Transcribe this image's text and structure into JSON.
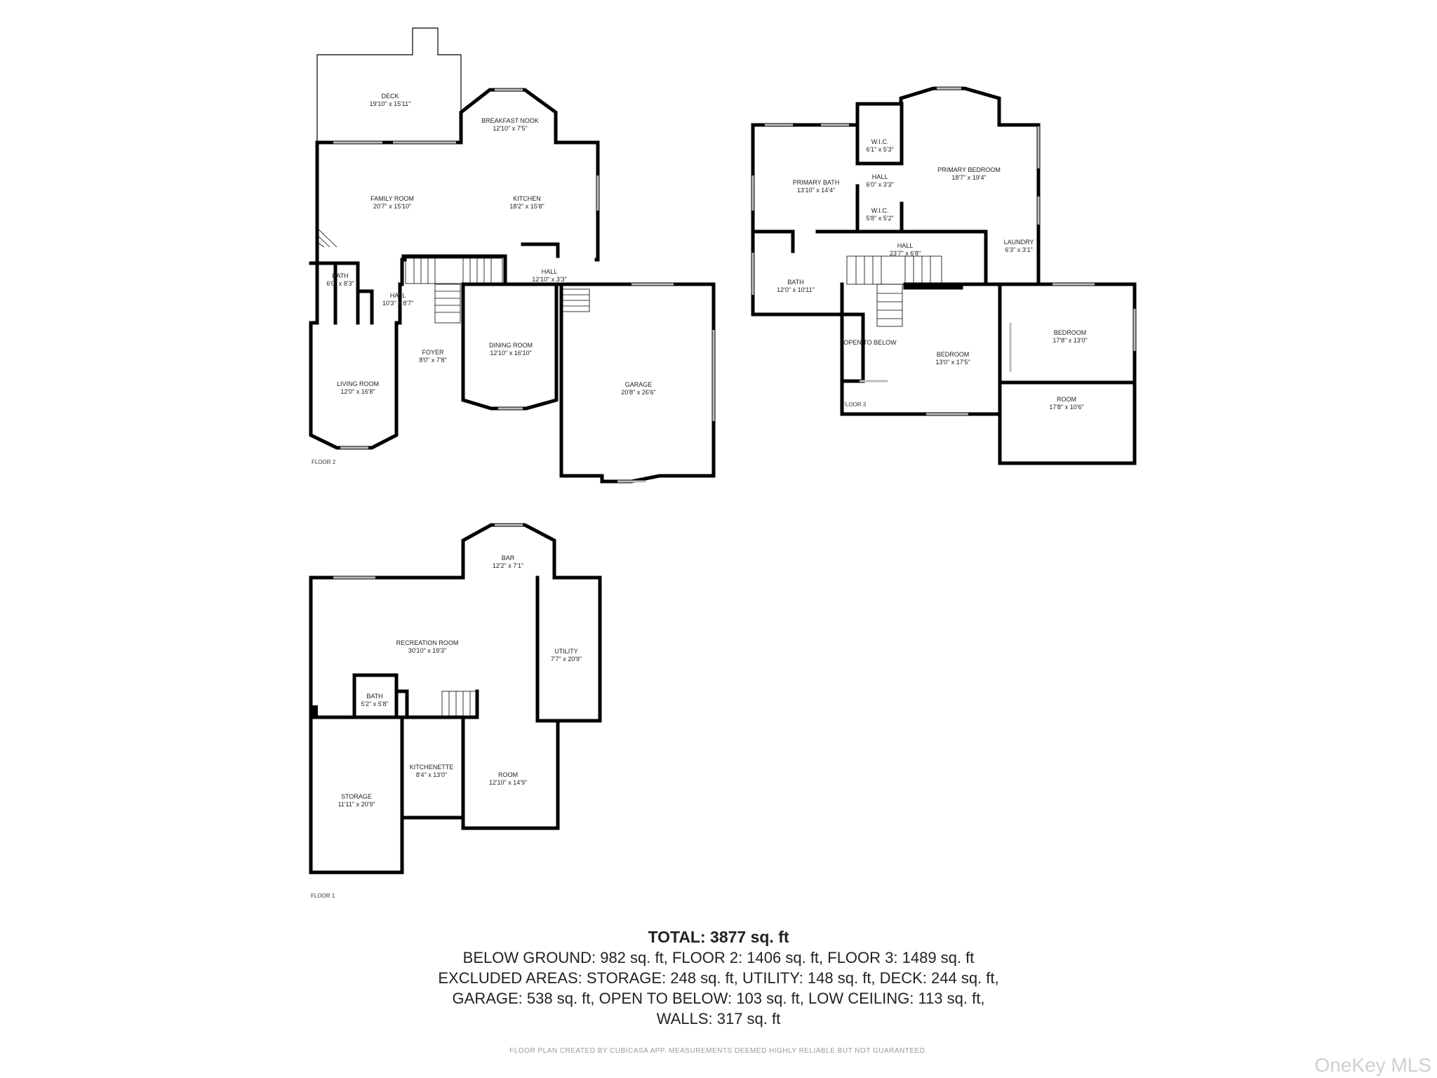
{
  "floor2": {
    "label": "FLOOR 2",
    "rooms": [
      {
        "name": "DECK",
        "dim": "19'10\" x 15'11\""
      },
      {
        "name": "BREAKFAST NOOK",
        "dim": "12'10\" x 7'5\""
      },
      {
        "name": "FAMILY ROOM",
        "dim": "20'7\" x 15'10\""
      },
      {
        "name": "KITCHEN",
        "dim": "18'2\" x 15'8\""
      },
      {
        "name": "BATH",
        "dim": "6'0\" x 8'3\""
      },
      {
        "name": "HALL",
        "dim": "10'3\" x 8'7\""
      },
      {
        "name": "HALL",
        "dim": "12'10\" x 3'3\""
      },
      {
        "name": "FOYER",
        "dim": "8'0\" x 7'8\""
      },
      {
        "name": "DINING ROOM",
        "dim": "12'10\" x 16'10\""
      },
      {
        "name": "LIVING ROOM",
        "dim": "12'0\" x 16'8\""
      },
      {
        "name": "GARAGE",
        "dim": "20'8\" x 26'6\""
      }
    ]
  },
  "floor3": {
    "label": "FLOOR 3",
    "rooms": [
      {
        "name": "W.I.C.",
        "dim": "6'1\" x 5'3\""
      },
      {
        "name": "HALL",
        "dim": "6'0\" x 3'3\""
      },
      {
        "name": "W.I.C.",
        "dim": "5'8\" x 5'2\""
      },
      {
        "name": "PRIMARY BATH",
        "dim": "13'10\" x 14'4\""
      },
      {
        "name": "PRIMARY BEDROOM",
        "dim": "18'7\" x 19'4\""
      },
      {
        "name": "HALL",
        "dim": "23'7\" x 6'8\""
      },
      {
        "name": "LAUNDRY",
        "dim": "6'3\" x 3'1\""
      },
      {
        "name": "BATH",
        "dim": "12'0\" x 10'11\""
      },
      {
        "name": "OPEN TO BELOW",
        "dim": ""
      },
      {
        "name": "BEDROOM",
        "dim": "13'0\" x 17'5\""
      },
      {
        "name": "BEDROOM",
        "dim": "17'8\" x 13'0\""
      },
      {
        "name": "ROOM",
        "dim": "17'8\" x 10'6\""
      }
    ]
  },
  "floor1": {
    "label": "FLOOR 1",
    "rooms": [
      {
        "name": "BAR",
        "dim": "12'2\" x 7'1\""
      },
      {
        "name": "RECREATION ROOM",
        "dim": "30'10\" x 19'3\""
      },
      {
        "name": "UTILITY",
        "dim": "7'7\" x 20'9\""
      },
      {
        "name": "BATH",
        "dim": "5'2\" x 5'8\""
      },
      {
        "name": "KITCHENETTE",
        "dim": "8'4\" x 13'0\""
      },
      {
        "name": "ROOM",
        "dim": "12'10\" x 14'9\""
      },
      {
        "name": "STORAGE",
        "dim": "11'11\" x 20'9\""
      }
    ]
  },
  "summary": {
    "total": "TOTAL: 3877 sq. ft",
    "lines": [
      "BELOW GROUND: 982 sq. ft, FLOOR 2: 1406 sq. ft, FLOOR 3: 1489 sq. ft",
      "EXCLUDED AREAS: STORAGE: 248 sq. ft, UTILITY: 148 sq. ft, DECK: 244 sq. ft,",
      "GARAGE: 538 sq. ft, OPEN TO BELOW: 103 sq. ft, LOW CEILING: 113 sq. ft,",
      "WALLS: 317 sq. ft"
    ]
  },
  "credit": "FLOOR PLAN CREATED BY CUBICASA APP. MEASUREMENTS DEEMED HIGHLY RELIABLE BUT NOT GUARANTEED.",
  "watermark": "OneKey MLS"
}
